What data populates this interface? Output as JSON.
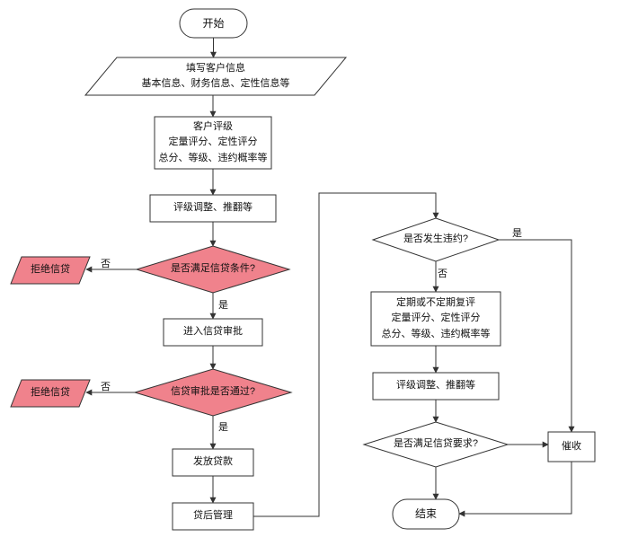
{
  "nodes": {
    "start": {
      "label": "开始"
    },
    "fill_info": {
      "lines": [
        "填写客户信息",
        "基本信息、财务信息、定性信息等"
      ]
    },
    "customer_rating": {
      "lines": [
        "客户评级",
        "定量评分、定性评分",
        "总分、等级、违约概率等"
      ]
    },
    "rating_adjust_1": {
      "label": "评级调整、推翻等"
    },
    "credit_condition_check": {
      "label": "是否满足信贷条件?"
    },
    "reject_credit_1": {
      "label": "拒绝信贷"
    },
    "credit_approval": {
      "label": "进入信贷审批"
    },
    "approval_pass_check": {
      "label": "信贷审批是否通过?"
    },
    "reject_credit_2": {
      "label": "拒绝信贷"
    },
    "issue_loan": {
      "label": "发放贷款"
    },
    "post_loan_management": {
      "label": "贷后管理"
    },
    "default_check": {
      "label": "是否发生违约?"
    },
    "periodic_review": {
      "lines": [
        "定期或不定期复评",
        "定量评分、定性评分",
        "总分、等级、违约概率等"
      ]
    },
    "rating_adjust_2": {
      "label": "评级调整、推翻等"
    },
    "credit_requirement_check": {
      "label": "是否满足信贷要求?"
    },
    "collection": {
      "label": "催收"
    },
    "end": {
      "label": "结束"
    }
  },
  "edge_labels": {
    "condition_no": "否",
    "condition_yes": "是",
    "approval_no": "否",
    "approval_yes": "是",
    "default_yes": "是",
    "default_no": "否"
  },
  "colors": {
    "highlight_fill": "#F0828C",
    "node_fill": "#FFFFFF",
    "stroke": "#333333"
  }
}
